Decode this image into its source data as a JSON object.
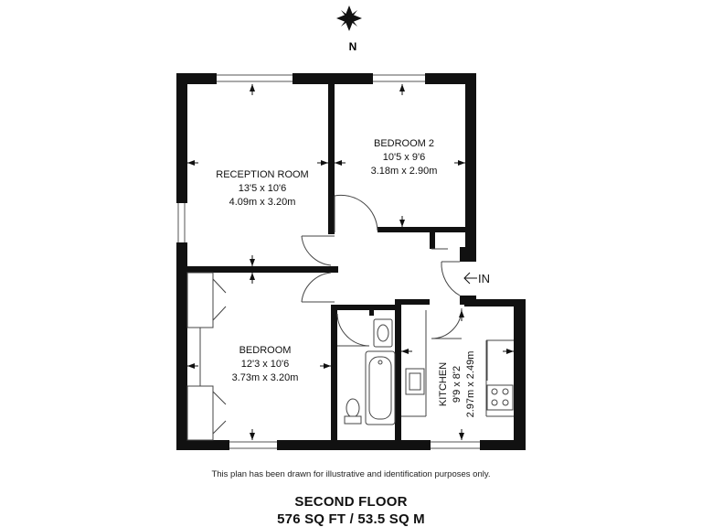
{
  "compass": {
    "label": "N"
  },
  "rooms": {
    "reception": {
      "name": "RECEPTION ROOM",
      "imperial": "13'5 x 10'6",
      "metric": "4.09m x 3.20m"
    },
    "bedroom2": {
      "name": "BEDROOM 2",
      "imperial": "10'5 x 9'6",
      "metric": "3.18m x 2.90m"
    },
    "bedroom": {
      "name": "BEDROOM",
      "imperial": "12'3 x 10'6",
      "metric": "3.73m x 3.20m"
    },
    "kitchen": {
      "name": "KITCHEN",
      "imperial": "9'9 x 8'2",
      "metric": "2.97m x 2.49m"
    }
  },
  "entrance": {
    "label": "IN"
  },
  "disclaimer": "This plan has been drawn for illustrative and identification purposes only.",
  "floor": {
    "name": "SECOND FLOOR",
    "area": "576 SQ FT / 53.5 SQ M"
  }
}
